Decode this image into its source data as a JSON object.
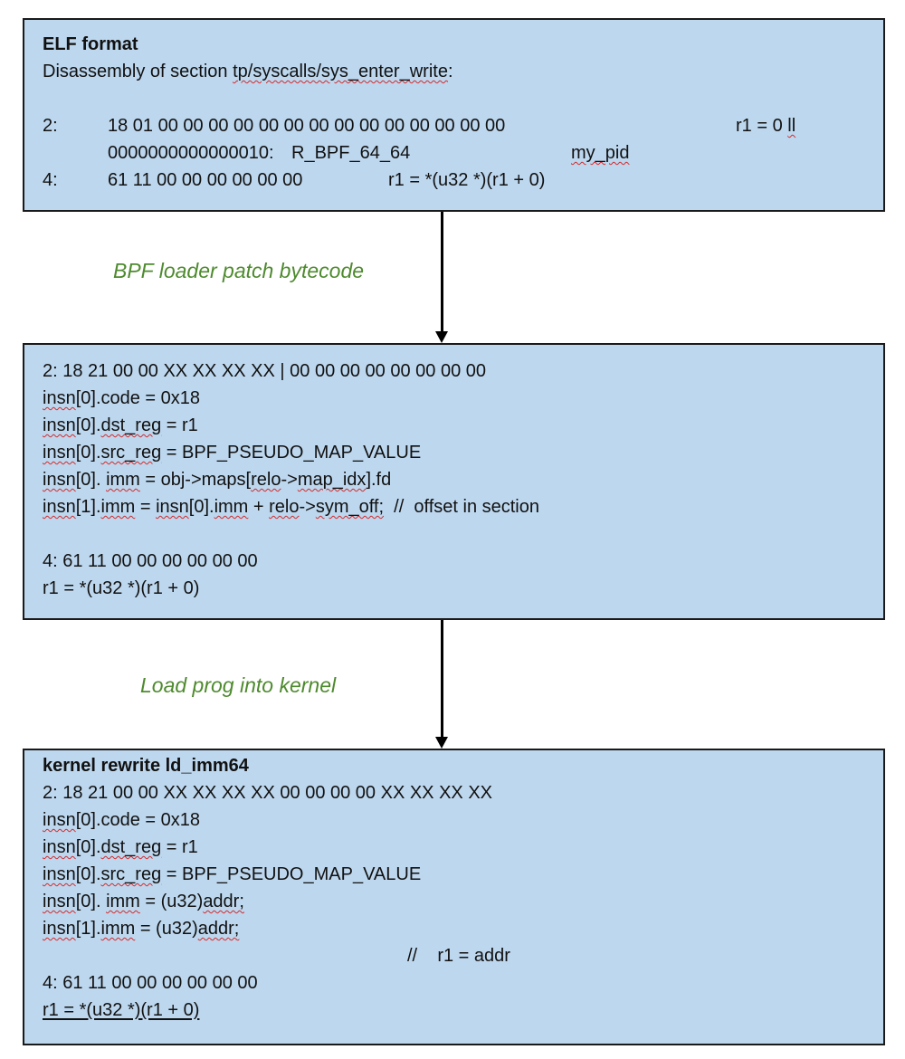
{
  "box1": {
    "title": "ELF format",
    "subtitle_prefix": "Disassembly of section ",
    "section_name": "tp/syscalls/sys_enter_write",
    "subtitle_suffix": ":",
    "line2_num": "2:",
    "line2_bytes": "18 01 00 00 00 00 00 00 00 00 00 00 00 00 00 00",
    "line2_comment": "r1 = 0 ",
    "line2_comment_ll": "ll",
    "reloc_offset": "0000000000000010:",
    "reloc_type": "R_BPF_64_64",
    "reloc_symbol": "my_pid",
    "line4_num": "4:",
    "line4_bytes": "61 11 00 00 00 00 00 00",
    "line4_comment": "r1 = *(u32 *)(r1 + 0)"
  },
  "step1": {
    "label": "BPF loader patch bytecode"
  },
  "box2": {
    "line_bytes": "2: 18 21 00 00 XX XX XX XX | 00 00 00 00 00 00 00 00",
    "code": {
      "lhs": "insn",
      "rhs": "[0].code = 0x18"
    },
    "dst_prefix": "insn",
    "dst_mid": "[0].",
    "dst_field": "dst_reg",
    "dst_rhs": " = r1",
    "src_prefix": "insn",
    "src_mid": "[0].",
    "src_field": "src_reg",
    "src_rhs": " = BPF_PSEUDO_MAP_VALUE",
    "imm0_prefix": "insn",
    "imm0_mid": "[0]. ",
    "imm0_field": "imm",
    "imm0_a": " = obj->maps[",
    "imm0_relo": "relo",
    "imm0_b": "->",
    "imm0_idx": "map_idx",
    "imm0_c": "].fd",
    "imm1_prefix": "insn",
    "imm1_mid": "[1].",
    "imm1_field": "imm",
    "imm1_a": " = ",
    "imm1_insn": "insn",
    "imm1_b": "[0].",
    "imm1_imm": "imm",
    "imm1_c": " + ",
    "imm1_relo": "relo",
    "imm1_d": "->",
    "imm1_sym": "sym_off;",
    "imm1_comment": "  //  offset in section",
    "line4_bytes": "4: 61 11 00 00 00 00 00 00",
    "line4_comment": "r1 = *(u32 *)(r1 + 0)"
  },
  "step2": {
    "label": "Load prog into kernel"
  },
  "box3": {
    "title": "kernel rewrite ld_imm64",
    "line_bytes": "2: 18 21 00 00 XX XX XX XX 00 00 00 00 XX XX XX XX",
    "code": {
      "lhs": "insn",
      "rhs": "[0].code = 0x18"
    },
    "dst_prefix": "insn",
    "dst_mid": "[0].",
    "dst_field": "dst_reg",
    "dst_rhs": " = r1",
    "src_prefix": "insn",
    "src_mid": "[0].",
    "src_field": "src_reg",
    "src_rhs": " = BPF_PSEUDO_MAP_VALUE",
    "imm0_prefix": "insn",
    "imm0_mid": "[0]. ",
    "imm0_field": "imm",
    "imm0_a": " = (u32)",
    "imm0_addr": "addr;",
    "imm1_prefix": "insn",
    "imm1_mid": "[1].",
    "imm1_field": "imm",
    "imm1_a": " = (u32)",
    "imm1_addr": "addr;",
    "comment": "//    r1 = addr",
    "line4_bytes": "4: 61 11 00 00 00 00 00 00",
    "line4_comment": "r1 = *(u32 *)(r1 + 0)"
  }
}
